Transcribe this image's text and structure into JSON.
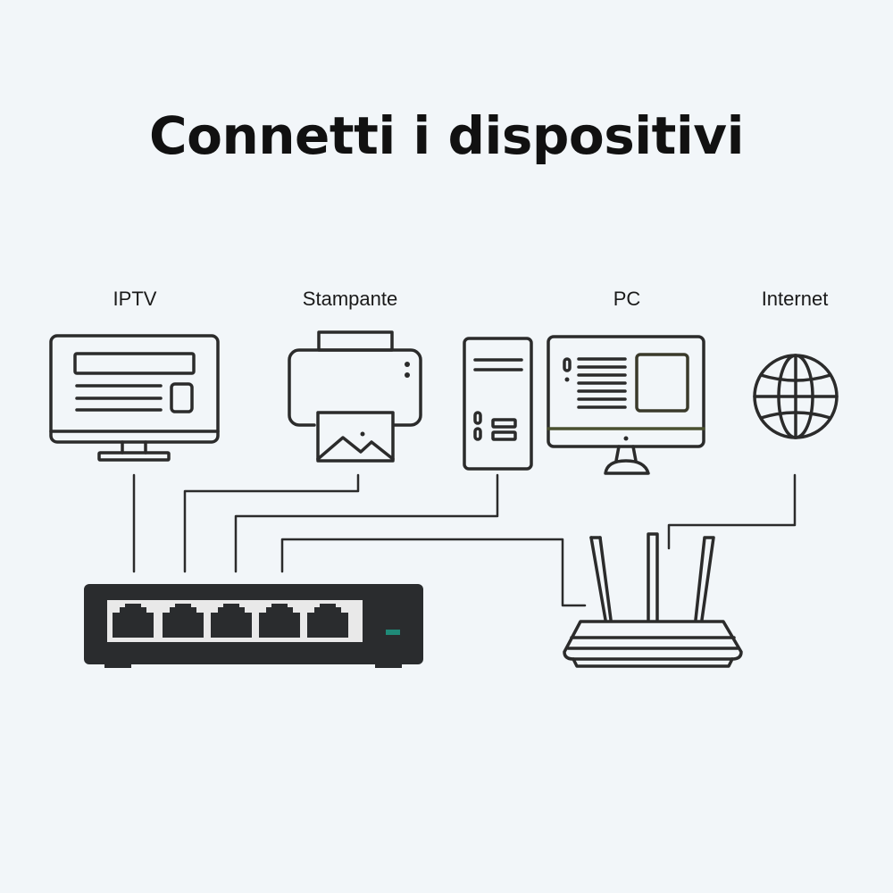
{
  "title": "Connetti i dispositivi",
  "devices": {
    "iptv": {
      "label": "IPTV",
      "icon": "tv-icon"
    },
    "printer": {
      "label": "Stampante",
      "icon": "printer-icon"
    },
    "pc": {
      "label": "PC",
      "icon": "desktop-computer-icon"
    },
    "internet": {
      "label": "Internet",
      "icon": "globe-icon"
    }
  },
  "hardware": {
    "switch": {
      "icon": "network-switch-icon",
      "ports": 5
    },
    "router": {
      "icon": "wireless-router-icon",
      "antennas": 3
    }
  },
  "colors": {
    "background": "#f2f6f9",
    "stroke": "#2b2b2b",
    "switch_body": "#2a2c2e",
    "port_panel": "#e9e9e9",
    "led": "#1f8a78"
  }
}
